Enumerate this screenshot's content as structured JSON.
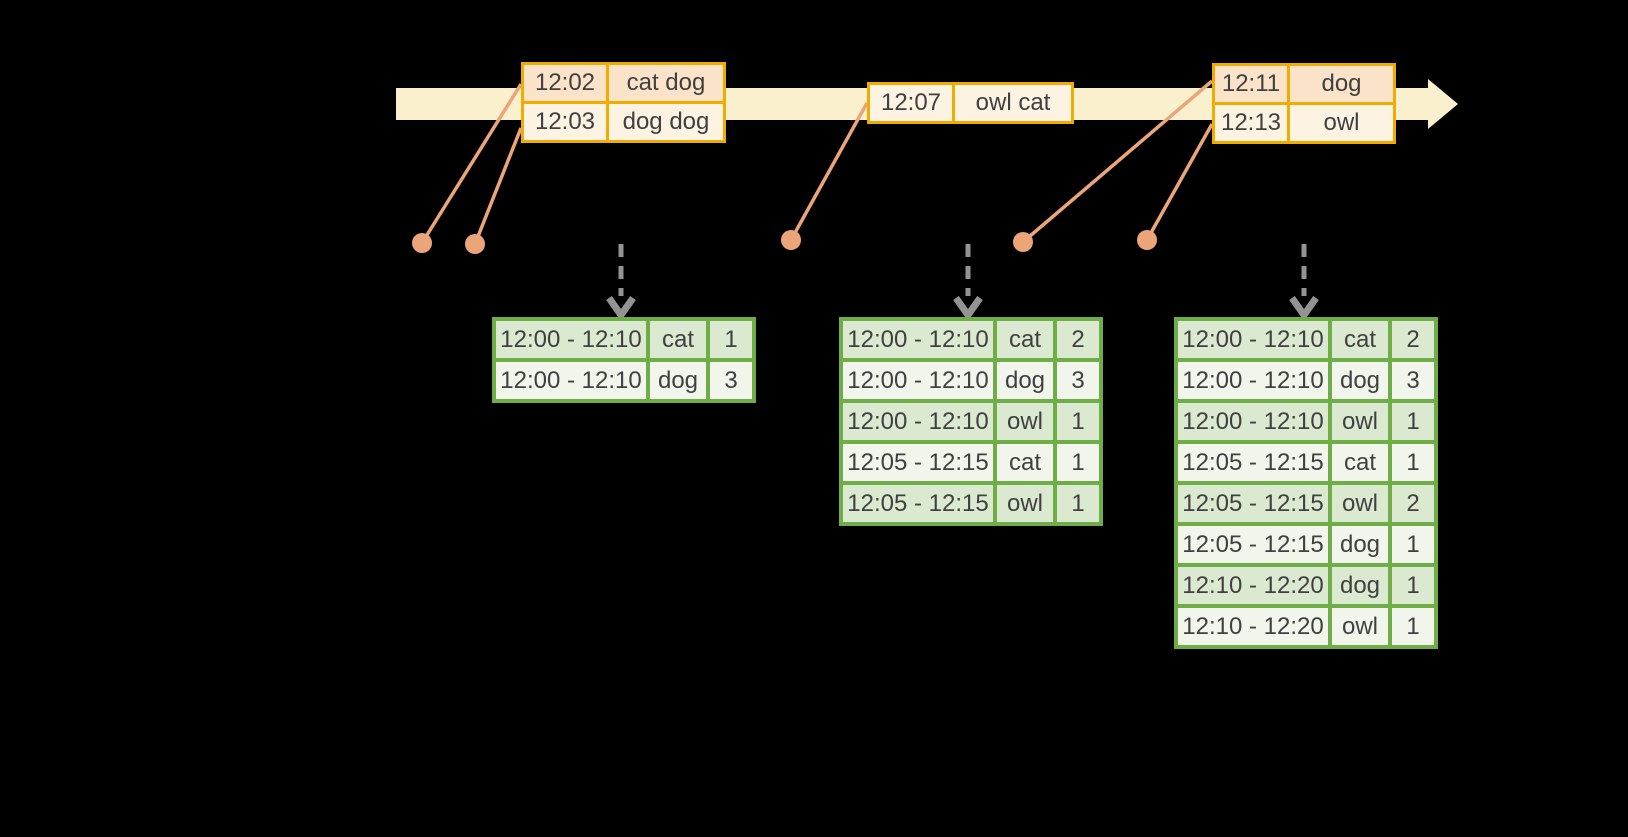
{
  "colors": {
    "background": "#000000",
    "timeline_fill": "#FAF0CE",
    "event_border": "#F0AD00",
    "event_row_dark": "#FAE3C8",
    "event_row_light": "#FDF3E3",
    "dot_color": "#ECA579",
    "result_border": "#6FAE46",
    "result_row_dark": "#DCE9D1",
    "result_row_light": "#F1F5EC",
    "trigger_gray": "#939393",
    "text_color": "#404040"
  },
  "event_tables": [
    {
      "rows": [
        {
          "time": "12:02",
          "words": "cat dog"
        },
        {
          "time": "12:03",
          "words": "dog dog"
        }
      ]
    },
    {
      "rows": [
        {
          "time": "12:07",
          "words": "owl cat"
        }
      ]
    },
    {
      "rows": [
        {
          "time": "12:11",
          "words": "dog"
        },
        {
          "time": "12:13",
          "words": "owl"
        }
      ]
    }
  ],
  "result_tables": [
    {
      "rows": [
        {
          "window": "12:00 - 12:10",
          "word": "cat",
          "count": "1"
        },
        {
          "window": "12:00 - 12:10",
          "word": "dog",
          "count": "3"
        }
      ]
    },
    {
      "rows": [
        {
          "window": "12:00 - 12:10",
          "word": "cat",
          "count": "2"
        },
        {
          "window": "12:00 - 12:10",
          "word": "dog",
          "count": "3"
        },
        {
          "window": "12:00 - 12:10",
          "word": "owl",
          "count": "1"
        },
        {
          "window": "12:05 - 12:15",
          "word": "cat",
          "count": "1"
        },
        {
          "window": "12:05 - 12:15",
          "word": "owl",
          "count": "1"
        }
      ]
    },
    {
      "rows": [
        {
          "window": "12:00 - 12:10",
          "word": "cat",
          "count": "2"
        },
        {
          "window": "12:00 - 12:10",
          "word": "dog",
          "count": "3"
        },
        {
          "window": "12:00 - 12:10",
          "word": "owl",
          "count": "1"
        },
        {
          "window": "12:05 - 12:15",
          "word": "cat",
          "count": "1"
        },
        {
          "window": "12:05 - 12:15",
          "word": "owl",
          "count": "2"
        },
        {
          "window": "12:05 - 12:15",
          "word": "dog",
          "count": "1"
        },
        {
          "window": "12:10 - 12:20",
          "word": "dog",
          "count": "1"
        },
        {
          "window": "12:10 - 12:20",
          "word": "owl",
          "count": "1"
        }
      ]
    }
  ]
}
